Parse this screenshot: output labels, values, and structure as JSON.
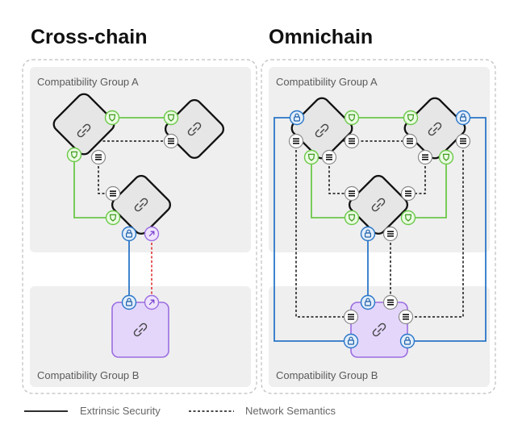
{
  "panels": {
    "cross": {
      "title": "Cross-chain",
      "group_a": "Compatibility Group A",
      "group_b": "Compatibility Group B"
    },
    "omni": {
      "title": "Omnichain",
      "group_a": "Compatibility Group A",
      "group_b": "Compatibility Group B"
    }
  },
  "legend": {
    "solid_label": "Extrinsic Security",
    "dotted_label": "Network Semantics"
  },
  "colors": {
    "green": "#6cc84a",
    "blue": "#2a76c8",
    "purple": "#9b6de0",
    "red": "#e03030",
    "black": "#111111",
    "group_bg": "#efefef",
    "chain_bg": "#e6e6e6",
    "chain_b_bg": "#e4d6fb"
  },
  "icons": {
    "chain": "link-icon",
    "native": "shield-icon",
    "extrinsic": "lock-icon",
    "semantics": "menu-lines-icon",
    "bridge": "arrow-up-right-icon"
  }
}
